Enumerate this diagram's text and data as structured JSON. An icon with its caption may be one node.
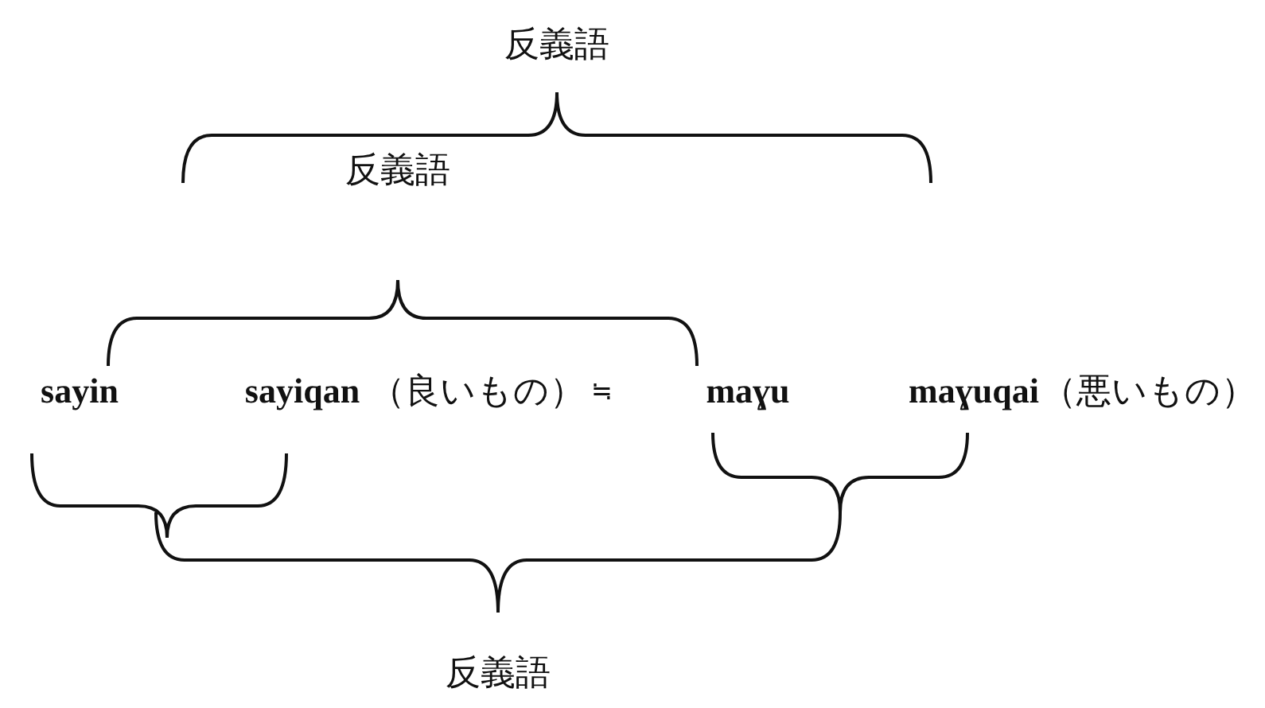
{
  "diagram": {
    "labels": [
      "反義語",
      "反義語",
      "sayin",
      "sayiqan",
      "（良いもの）",
      "≒",
      "maɣu",
      "maɣuqai",
      "（悪いもの）",
      "反義語"
    ]
  }
}
